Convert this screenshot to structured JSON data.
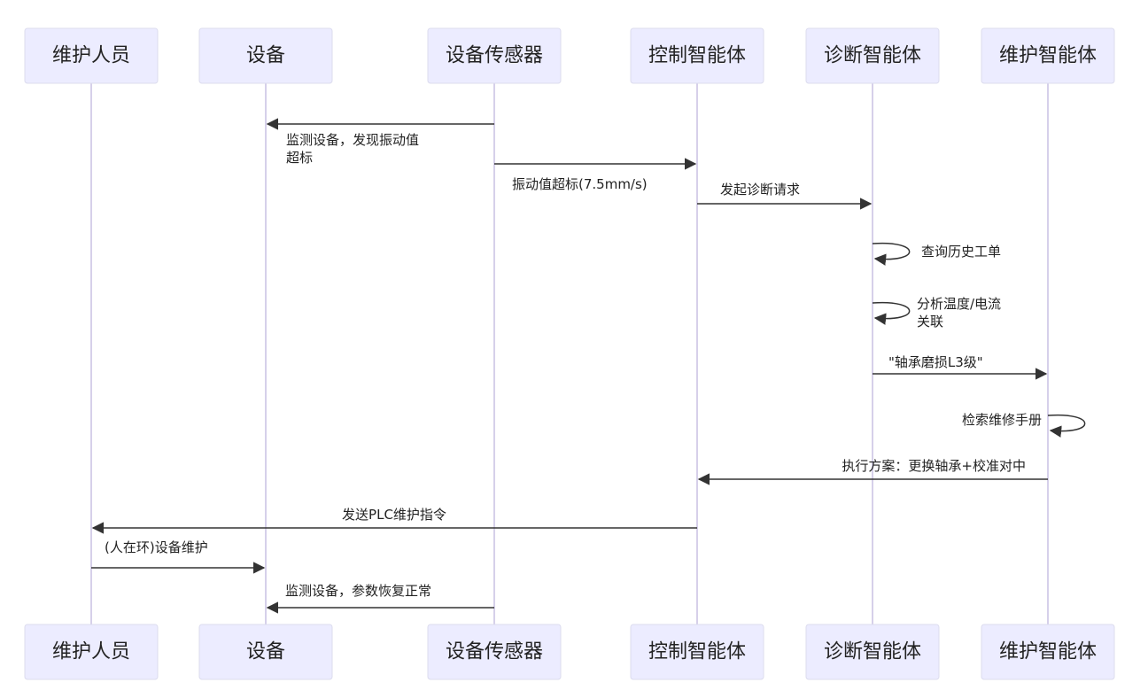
{
  "diagram": {
    "type": "sequence",
    "participants": [
      {
        "id": "maintainer",
        "label": "维护人员"
      },
      {
        "id": "device",
        "label": "设备"
      },
      {
        "id": "sensor",
        "label": "设备传感器"
      },
      {
        "id": "control",
        "label": "控制智能体"
      },
      {
        "id": "diagnosis",
        "label": "诊断智能体"
      },
      {
        "id": "maintenance",
        "label": "维护智能体"
      }
    ],
    "messages": [
      {
        "from": "sensor",
        "to": "device",
        "lines": [
          "监测设备，发现振动值",
          "超标"
        ]
      },
      {
        "from": "sensor",
        "to": "control",
        "lines": [
          "振动值超标(7.5mm/s)"
        ]
      },
      {
        "from": "control",
        "to": "diagnosis",
        "lines": [
          "发起诊断请求"
        ]
      },
      {
        "from": "diagnosis",
        "to": "diagnosis",
        "lines": [
          "查询历史工单"
        ]
      },
      {
        "from": "diagnosis",
        "to": "diagnosis",
        "lines": [
          "分析温度/电流",
          "关联"
        ]
      },
      {
        "from": "diagnosis",
        "to": "maintenance",
        "lines": [
          "\"轴承磨损L3级\""
        ]
      },
      {
        "from": "maintenance",
        "to": "maintenance",
        "lines": [
          "检索维修手册"
        ]
      },
      {
        "from": "maintenance",
        "to": "control",
        "lines": [
          "执行方案：更换轴承+校准对中"
        ]
      },
      {
        "from": "control",
        "to": "maintainer",
        "lines": [
          "发送PLC维护指令"
        ]
      },
      {
        "from": "maintainer",
        "to": "device",
        "lines": [
          "(人在环)设备维护"
        ]
      },
      {
        "from": "sensor",
        "to": "device",
        "lines": [
          "监测设备，参数恢复正常"
        ]
      }
    ]
  }
}
